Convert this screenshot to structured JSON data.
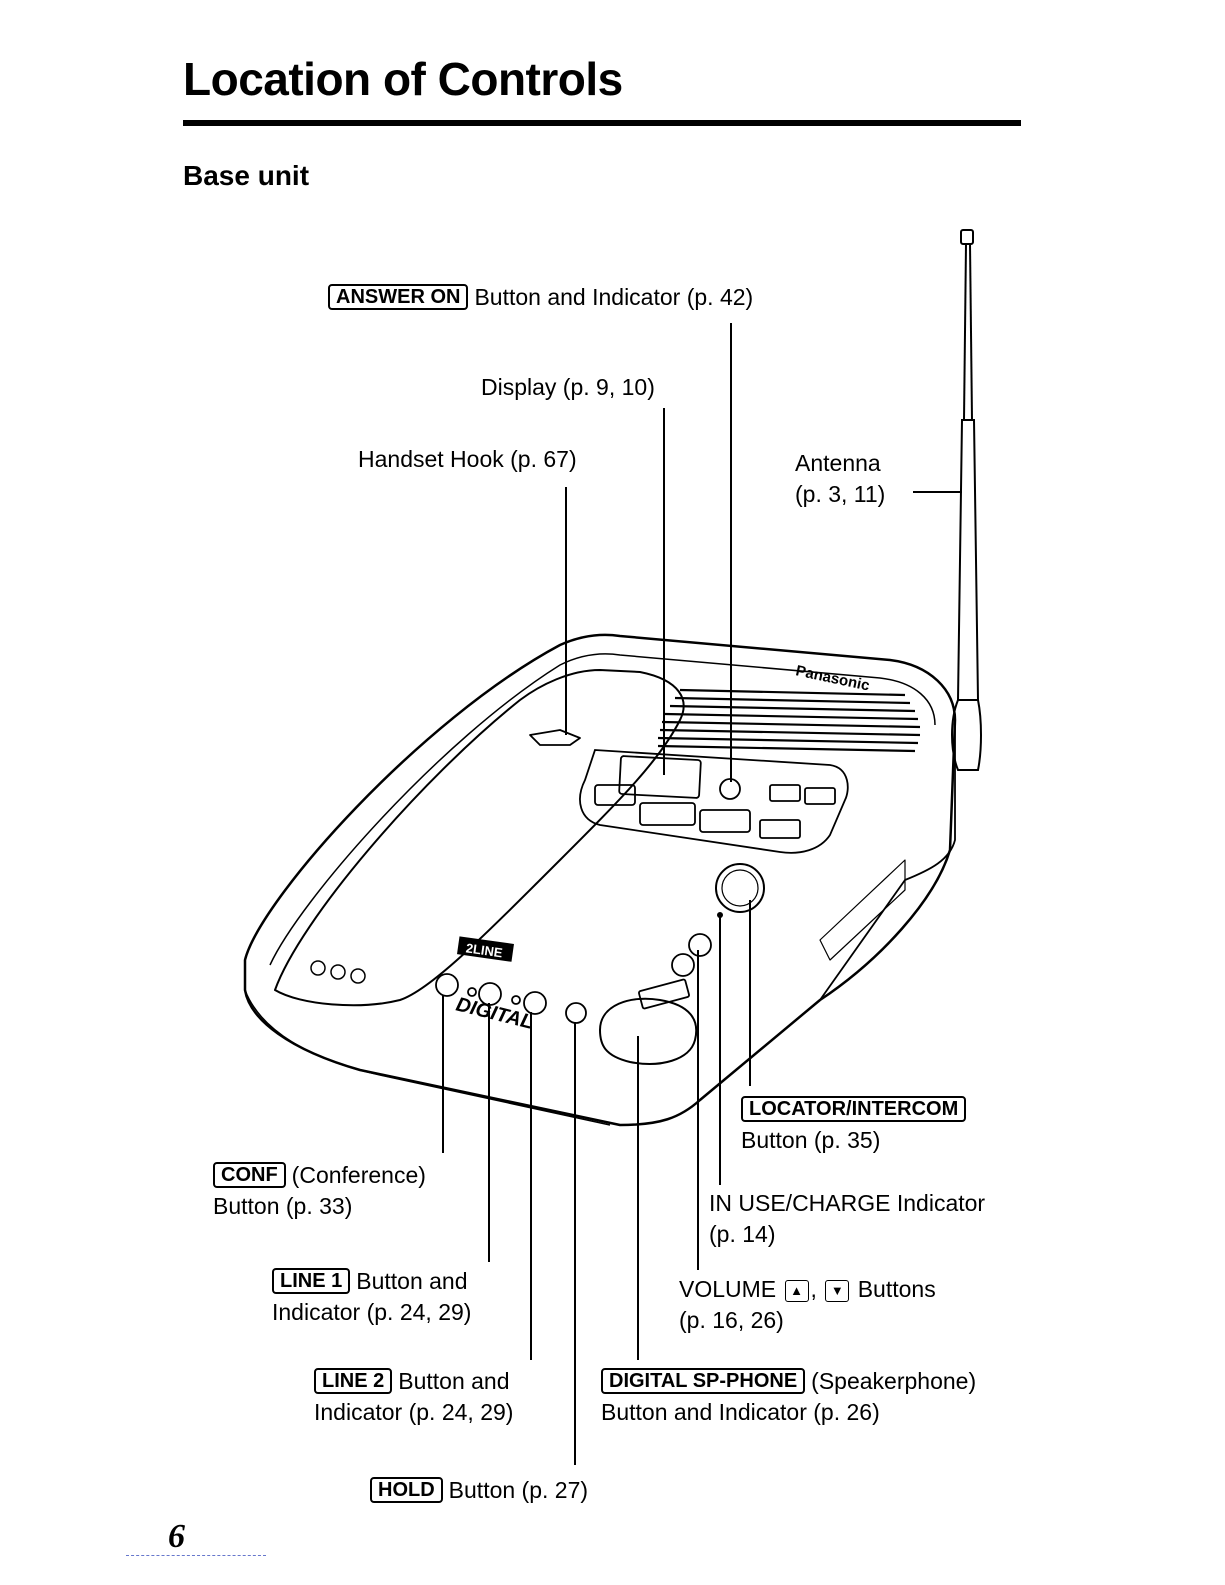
{
  "page": {
    "title": "Location of Controls",
    "subtitle": "Base unit",
    "page_number": "6"
  },
  "labels": {
    "answer_on": {
      "key": "ANSWER ON",
      "text": "Button and Indicator (p. 42)"
    },
    "display": {
      "text": "Display (p. 9, 10)"
    },
    "handset_hook": {
      "text": "Handset Hook (p. 67)"
    },
    "antenna": {
      "line1": "Antenna",
      "line2": "(p. 3, 11)"
    },
    "locator_intercom": {
      "key": "LOCATOR/INTERCOM",
      "line2": "Button (p. 35)"
    },
    "conf": {
      "key": "CONF",
      "line1": "(Conference)",
      "line2": "Button (p. 33)"
    },
    "in_use": {
      "line1": "IN USE/CHARGE Indicator",
      "line2": "(p. 14)"
    },
    "line1": {
      "key": "LINE 1",
      "line1": "Button and",
      "line2": "Indicator (p. 24, 29)"
    },
    "volume": {
      "prefix": "VOLUME",
      "up_icon": "▲",
      "sep": ",",
      "down_icon": "▼",
      "suffix": "Buttons",
      "line2": "(p. 16, 26)"
    },
    "line2": {
      "key": "LINE 2",
      "line1": "Button and",
      "line2": "Indicator (p. 24, 29)"
    },
    "sp_phone": {
      "key": "DIGITAL SP-PHONE",
      "line1": "(Speakerphone)",
      "line2": "Button and Indicator (p. 26)"
    },
    "hold": {
      "key": "HOLD",
      "text": "Button (p. 27)"
    }
  },
  "device_markings": {
    "brand": "Panasonic",
    "badge_2line": "2LINE",
    "digital": "DIGITAL"
  }
}
